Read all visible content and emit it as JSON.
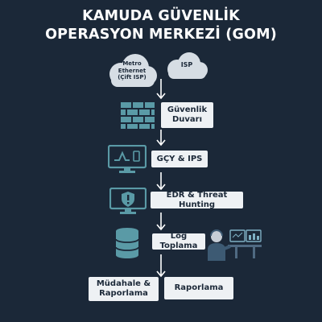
{
  "title": {
    "line1": "KAMUDA GÜVENLİK",
    "line2": "OPERASYON MERKEZİ (GOM)"
  },
  "clouds": {
    "metro": {
      "line1": "Metro",
      "line2": "Ethernet",
      "line3": "(Çift ISP)"
    },
    "isp": {
      "label": "ISP"
    }
  },
  "steps": {
    "firewall": {
      "line1": "Güvenlik",
      "line2": "Duvarı",
      "icon": "firewall-icon"
    },
    "ids_ips": {
      "label": "GÇY & IPS",
      "icon": "monitor-chart-icon"
    },
    "edr": {
      "label": "EDR & Threat Hunting",
      "icon": "monitor-shield-icon"
    },
    "log": {
      "label": "Log Toplama",
      "icon": "database-icon"
    },
    "response": {
      "line1": "Müdahale &",
      "line2": "Raporlama"
    },
    "reporting": {
      "label": "Raporlama"
    }
  },
  "colors": {
    "background": "#1b2838",
    "icon_teal": "#5a9aa6",
    "box": "#eef1f4",
    "cloud": "#d6dde4"
  }
}
